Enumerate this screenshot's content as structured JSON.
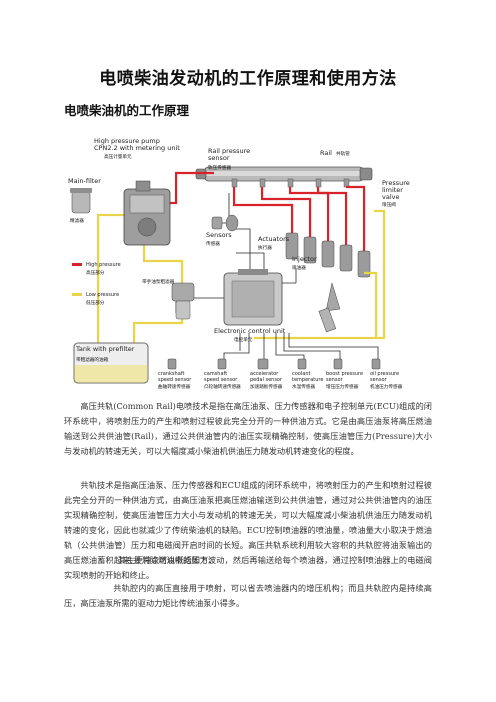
{
  "doc": {
    "title": "电喷柴油发动机的工作原理和使用方法",
    "section_heading": "电喷柴油机的工作原理"
  },
  "diagram": {
    "high_pressure_pump": "High pressure pump",
    "pump_model": "CPN2.2 with metering unit",
    "pump_cn": "高压计量单元",
    "rail_pressure_sensor_1": "Rail pressure",
    "rail_pressure_sensor_2": "sensor",
    "rail_pressure_sensor_cn": "轨压传感器",
    "rail": "Rail",
    "rail_cn": "共轨管",
    "pressure_limiter_1": "Pressure",
    "pressure_limiter_2": "limiter",
    "pressure_limiter_3": "valve",
    "pressure_limiter_cn": "限压阀",
    "main_filter": "Main-filter",
    "main_filter_cn": "精滤器",
    "sensors": "Sensors",
    "sensors_cn": "传感器",
    "actuators": "Actuators",
    "actuators_cn": "执行器",
    "injector": "Injector",
    "injector_cn": "喷油器",
    "legend_high": "High pressure",
    "legend_high_cn": "高压部分",
    "legend_low": "Low pressure",
    "legend_low_cn": "低压部分",
    "prefilter_cn": "带手油泵粗滤器",
    "ecu": "Electronic control unit",
    "ecu_cn": "电控单元",
    "tank_1": "Tank with prefilter",
    "tank_cn": "带粗滤器的油箱",
    "s1_a": "crankshaft",
    "s1_b": "speed sensor",
    "s1_cn": "曲轴转速传感器",
    "s2_a": "camshaft",
    "s2_b": "speed sensor",
    "s2_cn": "凸轮轴转速传感器",
    "s3_a": "accelerator",
    "s3_b": "pedal sensor",
    "s3_cn": "加速踏板传感器",
    "s4_a": "coolant",
    "s4_b": "temperature",
    "s4_cn": "水温传感器",
    "s5_a": "boost pressure",
    "s5_b": "sensor",
    "s5_cn": "增压压力传感器",
    "s6_a": "oil pressure",
    "s6_b": "sensor",
    "s6_cn": "机油压力传感器",
    "colors": {
      "high": "#d8232a",
      "low": "#e8d34a",
      "wire": "#2a2a2a"
    }
  },
  "body": {
    "p1": "高压共轨(Common Rail)电喷技术是指在高压油泵、压力传感器和电子控制单元(ECU)组成的闭环系统中，将喷射压力的产生和喷射过程彼此完全分开的一种供油方式。它是由高压油泵将高压燃油输送到公共供油管(Rail)，通过公共供油管内的油压实现精确控制，使高压油管压力(Pressure)大小与发动机的转速无关，可以大幅度减小柴油机供油压力随发动机转速变化的程度。",
    "p2": "共轨技术是指高压油泵、压力传感器和ECU组成的闭环系统中，将喷射压力的产生和喷射过程彼此完全分开的一种供油方式，由高压油泵把高压燃油输送到公共供油管，通过对公共供油管内的油压实现精确控制，使高压油管压力大小与发动机的转速无关，可以大幅度减小柴油机供油压力随发动机转速的变化，因此也就减少了传统柴油机的缺陷。ECU控制喷油器的喷油量，喷油量大小取决于燃油轨（公共供油管）压力和电磁阀开启时间的长短。高压共轨系统利用较大容积的共轨腔将油泵输出的高压燃油蓄积起来,并消除燃油中的压力波动，然后再输送给每个喷油器，通过控制喷油器上的电磁阀实现喷射的开始和终止。",
    "p3": "其主要特点可以概括如下：",
    "p4": "共轨腔内的高压直接用于喷射，可以省去喷油器内的增压机构；而且共轨腔内是持续高压，高压油泵所需的驱动力矩比传统油泵小得多。"
  }
}
